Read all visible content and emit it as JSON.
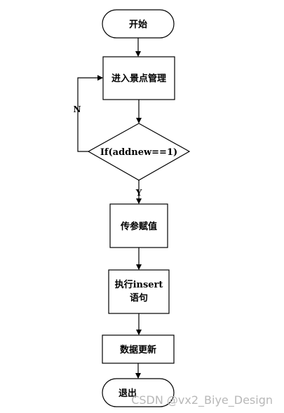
{
  "nodes": {
    "start": "开始",
    "enter": "进入景点管理",
    "decision": "If(addnew==1)",
    "pass": "传参赋值",
    "exec_line1": "执行insert",
    "exec_line2": "语句",
    "update": "数据更新",
    "end": "退出"
  },
  "edges": {
    "no_label": "N",
    "yes_label": "Y"
  },
  "watermark": "CSDN @vx2_Biye_Design"
}
